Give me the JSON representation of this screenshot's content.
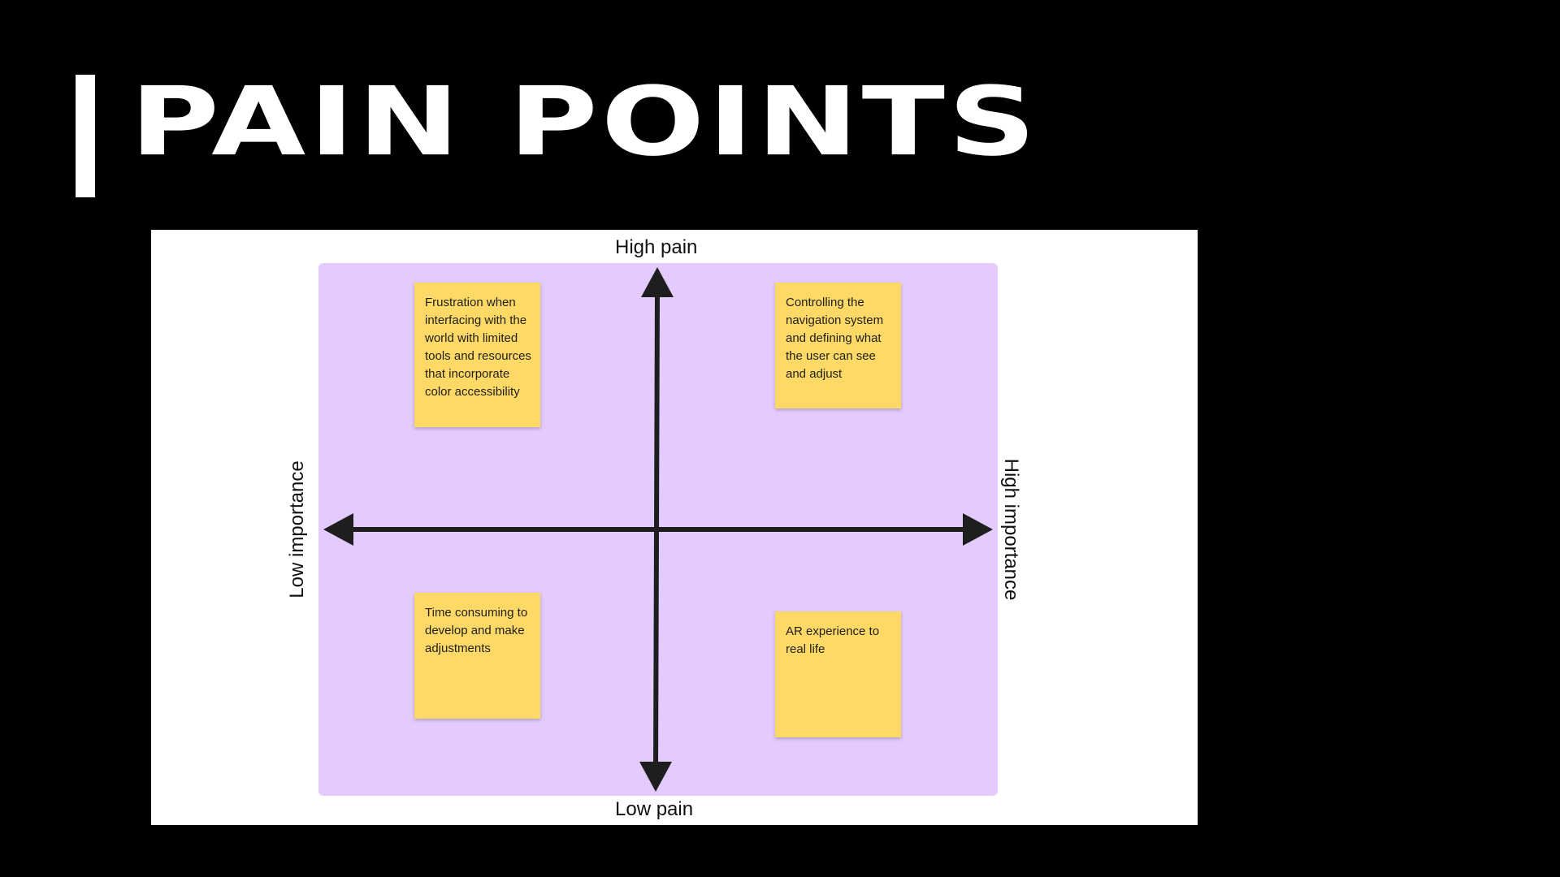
{
  "slide": {
    "title": "Pain Points"
  },
  "matrix": {
    "axis_top": "High pain",
    "axis_bottom": "Low pain",
    "axis_left": "Low importance",
    "axis_right": "High importance",
    "background_color": "#e3cbfd",
    "note_color": "#ffd966",
    "notes": {
      "top_left": "Frustration when interfacing with the world with limited tools and resources that incorporate color accessibility",
      "top_right": "Controlling the navigation system and defining what the user can see and adjust",
      "bottom_left": "Time consuming to develop and make adjustments",
      "bottom_right": "AR experience to real life"
    }
  }
}
